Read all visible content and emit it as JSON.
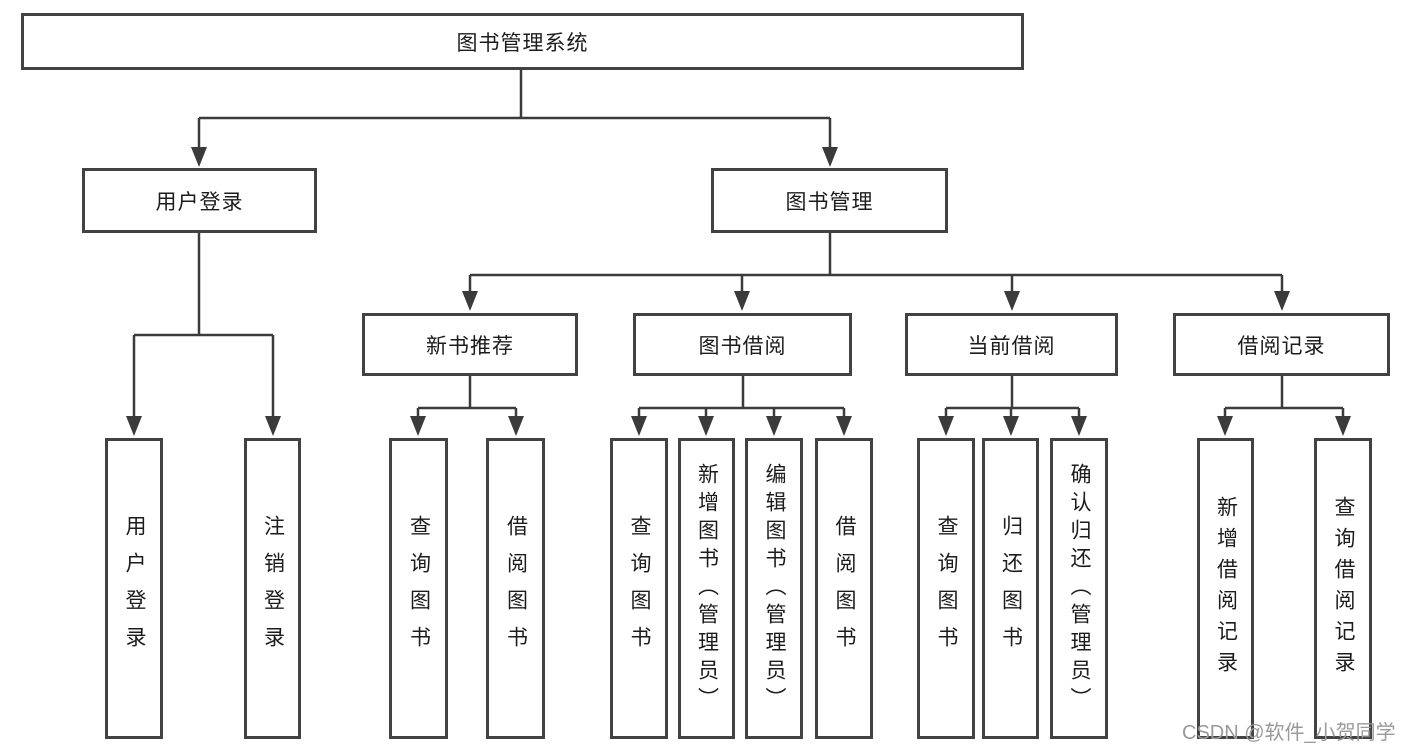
{
  "tree": {
    "label": "图书管理系统",
    "children": [
      {
        "label": "用户登录",
        "children": [
          {
            "label": "用户登录"
          },
          {
            "label": "注销登录"
          }
        ]
      },
      {
        "label": "图书管理",
        "children": [
          {
            "label": "新书推荐",
            "children": [
              {
                "label": "查询图书"
              },
              {
                "label": "借阅图书"
              }
            ]
          },
          {
            "label": "图书借阅",
            "children": [
              {
                "label": "查询图书"
              },
              {
                "label": "新增图书（管理员）"
              },
              {
                "label": "编辑图书（管理员）"
              },
              {
                "label": "借阅图书"
              }
            ]
          },
          {
            "label": "当前借阅",
            "children": [
              {
                "label": "查询图书"
              },
              {
                "label": "归还图书"
              },
              {
                "label": "确认归还（管理员）"
              }
            ]
          },
          {
            "label": "借阅记录",
            "children": [
              {
                "label": "新增借阅记录"
              },
              {
                "label": "查询借阅记录"
              }
            ]
          }
        ]
      }
    ]
  },
  "watermark": {
    "text": "CSDN @软件_小贺同学"
  },
  "colors": {
    "line": "#3b3b3b",
    "box_border": "#424242",
    "text": "#1c1c1c",
    "watermark": "#9a9a9a",
    "background": "#ffffff"
  }
}
